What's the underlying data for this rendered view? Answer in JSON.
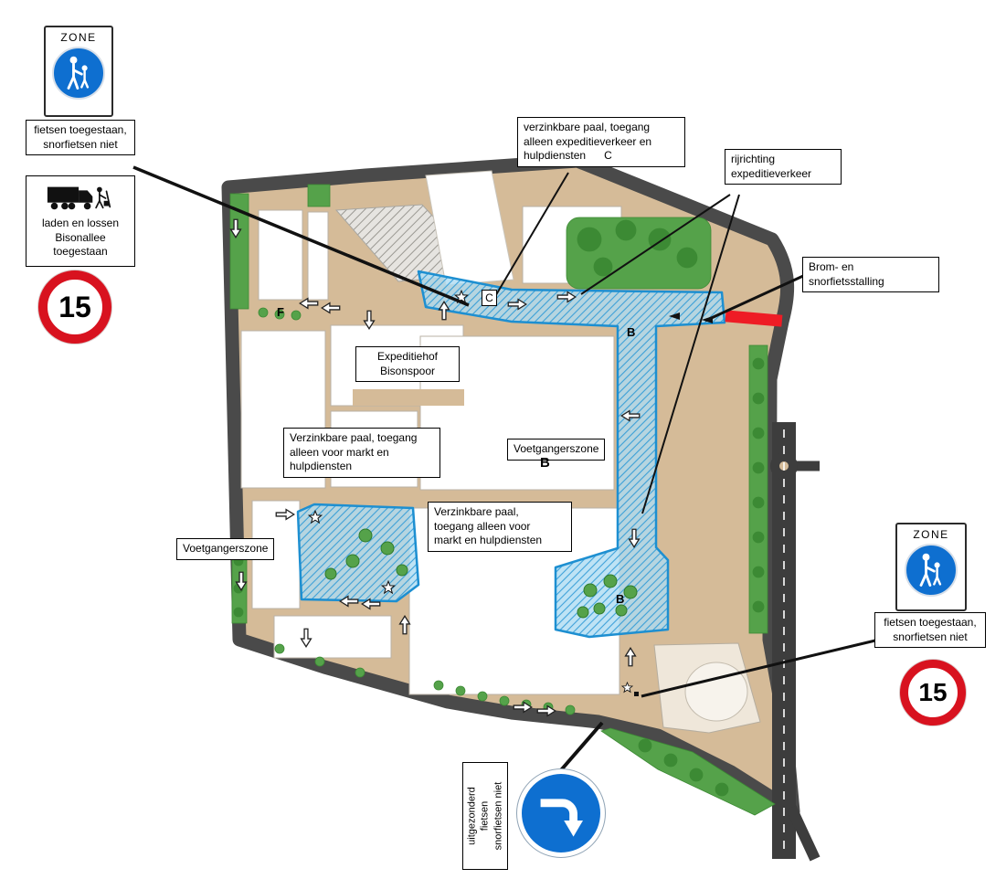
{
  "signs": {
    "zone_left": {
      "header": "ZONE"
    },
    "zone_right": {
      "header": "ZONE"
    },
    "speed_left": {
      "value": "15"
    },
    "speed_right": {
      "value": "15"
    }
  },
  "labels": {
    "fietsen_left": {
      "line1": "fietsen toegestaan,",
      "line2": "snorfietsen niet"
    },
    "laden": {
      "line1": "laden en lossen",
      "line2": "Bisonallee",
      "line3": "toegestaan"
    },
    "verzinkbare_top": {
      "line1": "verzinkbare paal, toegang",
      "line2": "alleen expeditieverkeer en",
      "line3": "hulpdiensten",
      "marker": "C"
    },
    "rijrichting": {
      "line1": "rijrichting",
      "line2": "expeditieverkeer"
    },
    "brom": {
      "line1": "Brom- en",
      "line2": "snorfietsstalling"
    },
    "expeditiehof": {
      "line1": "Expeditiehof",
      "line2": "Bisonspoor"
    },
    "verzinkbare_markt1": {
      "line1": "Verzinkbare paal, toegang",
      "line2": "alleen voor markt en",
      "line3": "hulpdiensten"
    },
    "voetgangerszone_center": {
      "text": "Voetgangerszone"
    },
    "verzinkbare_markt2": {
      "line1": "Verzinkbare paal,",
      "line2": "toegang alleen voor",
      "line3": "markt en hulpdiensten"
    },
    "voetgangerszone_left": {
      "text": "Voetgangerszone"
    },
    "fietsen_right": {
      "line1": "fietsen toegestaan,",
      "line2": "snorfietsen niet"
    },
    "uitgezonderd": {
      "line1": "uitgezonderd",
      "line2": "fietsen",
      "line3": "snorfietsen niet"
    }
  },
  "map_letters": {
    "f": "F",
    "c": "C",
    "b_top": "B",
    "b_mid": "B",
    "b_bottom": "B"
  },
  "colors": {
    "road": "#4a4a4a",
    "highway": "#3d3d3d",
    "ground": "#d5bb98",
    "building": "#ffffff",
    "green": "#55a24a",
    "green_dark": "#3c8a34",
    "zone_stroke": "#1d8fd1",
    "sign_blue": "#0e6fd0",
    "sign_red": "#d8121f",
    "marker_red": "#ee1c25",
    "line_black": "#111111"
  }
}
